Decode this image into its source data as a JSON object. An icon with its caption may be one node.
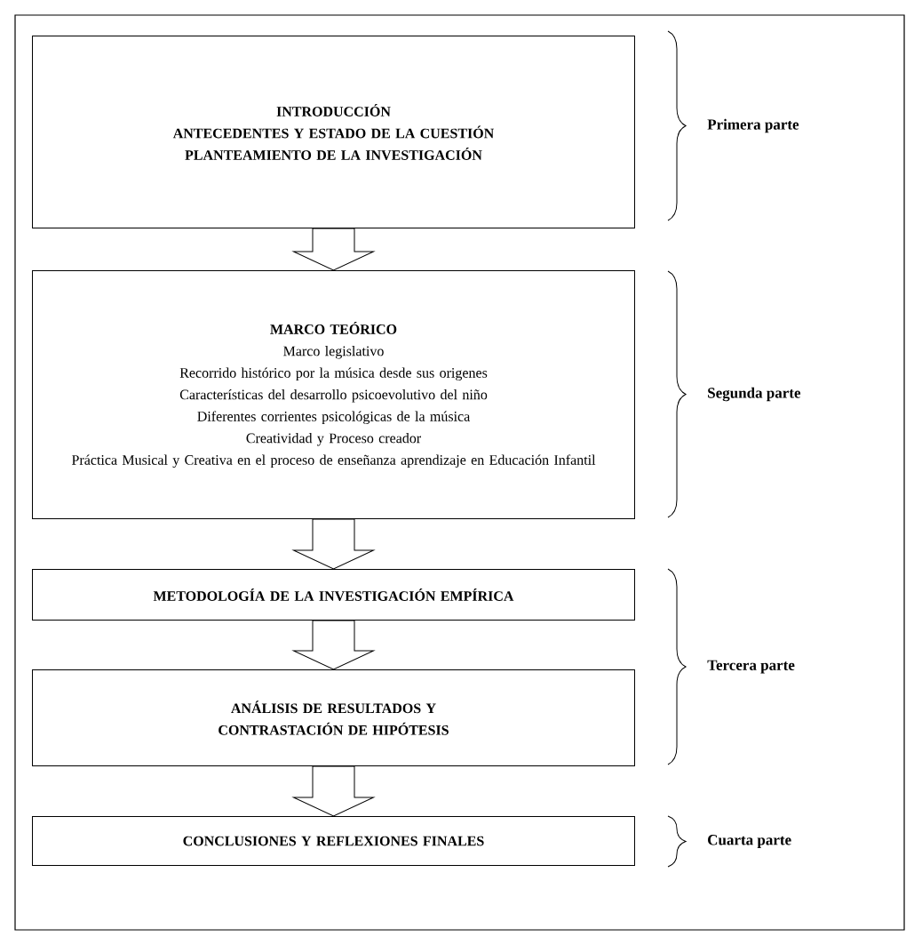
{
  "diagram": {
    "nodes": [
      {
        "text": [
          "INTRODUCCIÓN",
          "ANTECEDENTES Y ESTADO DE LA CUESTIÓN",
          "PLANTEAMIENTO DE LA INVESTIGACIÓN"
        ]
      },
      {
        "text": [
          "MARCO TEÓRICO",
          "Marco legislativo",
          "Recorrido histórico por la música desde sus origenes",
          "Características del desarrollo psicoevolutivo del niño",
          "Diferentes corrientes psicológicas de la música",
          "Creatividad y Proceso creador",
          "Práctica Musical y Creativa en el proceso de enseñanza aprendizaje en Educación Infantil"
        ]
      },
      {
        "text": [
          "METODOLOGÍA DE LA INVESTIGACIÓN EMPÍRICA"
        ]
      },
      {
        "text": [
          "ANÁLISIS DE RESULTADOS Y CONTRASTACIÓN DE HIPÓTESIS"
        ]
      },
      {
        "text": [
          "CONCLUSIONES Y REFLEXIONES FINALES"
        ]
      }
    ],
    "edges": [
      {
        "from": 0,
        "to": 1,
        "arrow": "to"
      },
      {
        "from": 1,
        "to": 2,
        "arrow": "to"
      },
      {
        "from": 2,
        "to": 3,
        "arrow": "to"
      },
      {
        "from": 3,
        "to": 4,
        "arrow": "to"
      }
    ],
    "labels": [
      "Primera parte",
      "Segunda parte",
      "Tercera parte",
      "Cuarta parte"
    ]
  }
}
